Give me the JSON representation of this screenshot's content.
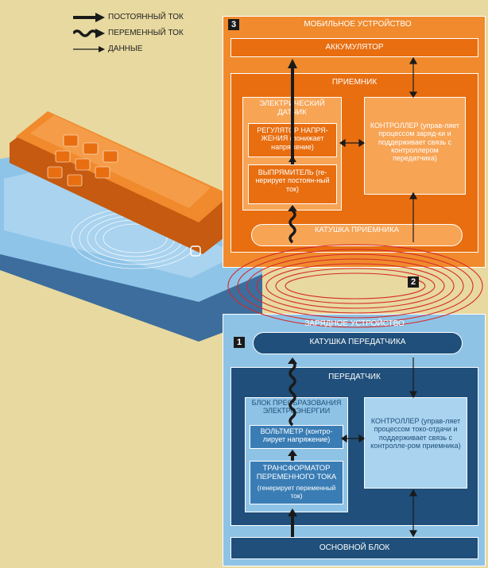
{
  "legend": {
    "dc": "ПОСТОЯННЫЙ ТОК",
    "ac": "ПЕРЕМЕННЫЙ ТОК",
    "data": "ДАННЫЕ"
  },
  "mobile": {
    "number": "3",
    "title": "МОБИЛЬНОЕ УСТРОЙСТВО",
    "battery": "АККУМУЛЯТОР",
    "receiver": "ПРИЕМНИК",
    "sensor": "ЭЛЕКТРИЧЕСКИЙ ДАТЧИК",
    "regulator": "РЕГУЛЯТОР НАПРЯ-ЖЕНИЯ (понижает напряжение)",
    "rectifier": "ВЫПРЯМИТЕЛЬ (ге-нерирует постоян-ный ток)",
    "controller": "КОНТРОЛЛЕР (управ-ляет процессом заряд-ки и поддерживает связь с контроллером передатчика)",
    "coil": "КАТУШКА ПРИЕМНИКА"
  },
  "field": {
    "number": "2"
  },
  "charger": {
    "number": "1",
    "title": "ЗАРЯДНОЕ УСТРОЙСТВО",
    "coil": "КАТУШКА ПЕРЕДАТЧИКА",
    "transmitter": "ПЕРЕДАТЧИК",
    "converter": "БЛОК ПРЕОБРАЗОВАНИЯ ЭЛЕКТРОЭНЕРГИИ",
    "voltmeter": "ВОЛЬТМЕТР (контро-лирует напряжение)",
    "transformer": "ТРАНСФОРМАТОР ПЕРЕМЕННОГО ТОКА",
    "transformer_note": "(генерирует переменный ток)",
    "controller": "КОНТРОЛЛЕР (управ-ляет процессом токо-отдачи и поддерживает связь с контролле-ром приемника)",
    "base": "ОСНОВНОЙ БЛОК"
  },
  "colors": {
    "background": "#e8d9a0",
    "orange": "#f08a2c",
    "orange_dark": "#e86e10",
    "orange_light": "#f7a455",
    "blue": "#8fc3e6",
    "blue_dark": "#1f4f7a",
    "blue_mid": "#3a7db5",
    "field_red": "#d42a2a"
  }
}
